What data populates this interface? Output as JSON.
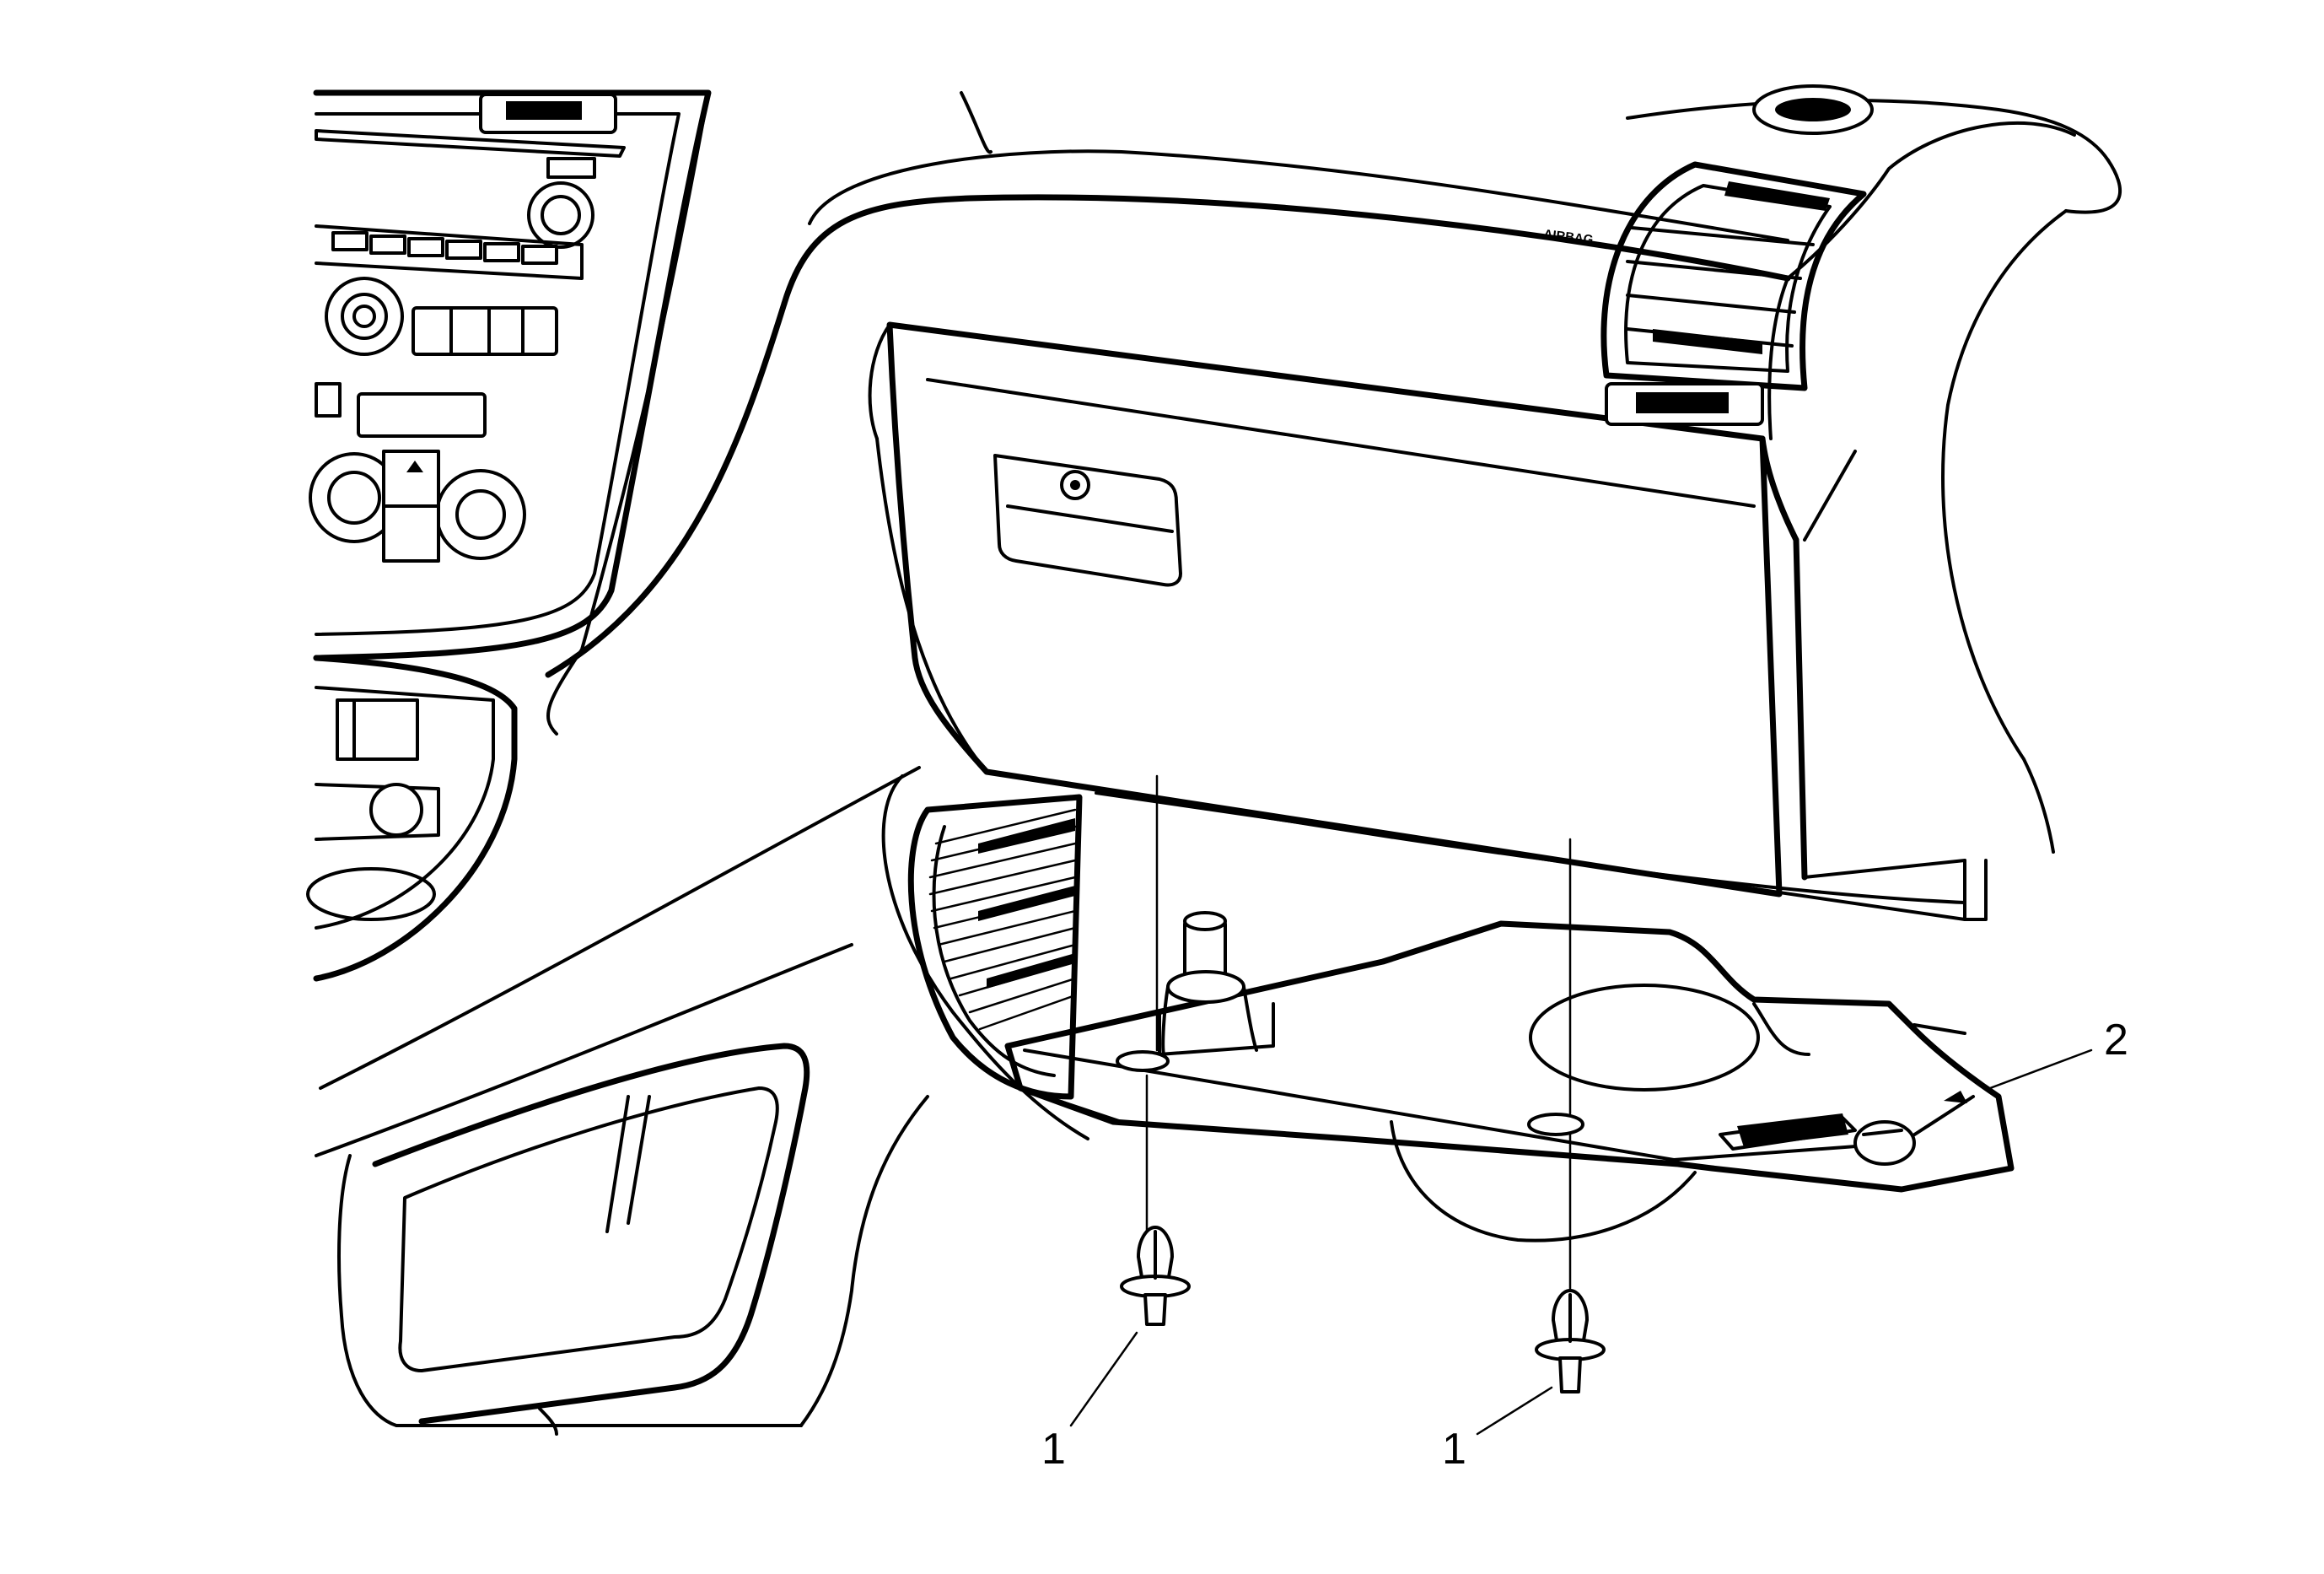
{
  "diagram": {
    "callouts": [
      {
        "id": "fastener-left",
        "label": "1"
      },
      {
        "id": "fastener-right",
        "label": "1"
      },
      {
        "id": "lower-panel",
        "label": "2"
      }
    ],
    "panel_marking": "AIRBAG"
  }
}
